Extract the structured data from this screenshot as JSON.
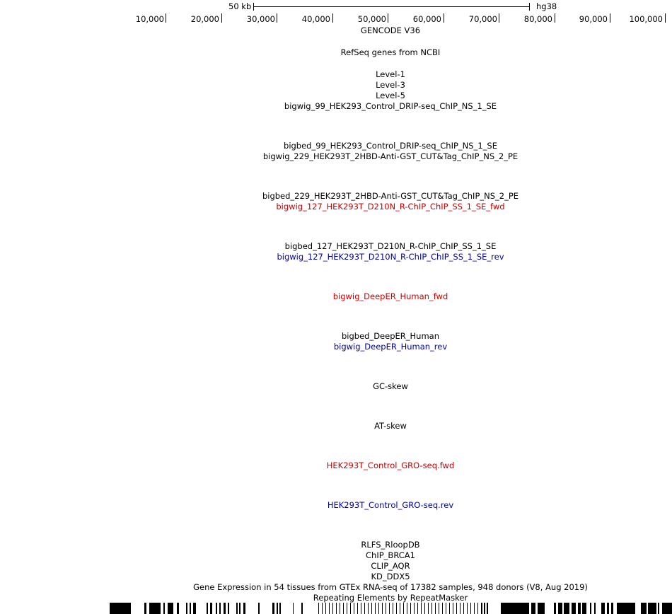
{
  "scalebar": {
    "label": "50 kb",
    "assembly": "hg38"
  },
  "ruler": {
    "ticks": [
      "10,000",
      "20,000",
      "30,000",
      "40,000",
      "50,000",
      "60,000",
      "70,000",
      "80,000",
      "90,000",
      "100,000"
    ]
  },
  "tracks": [
    {
      "label": "GENCODE V36",
      "color": "#000000"
    },
    {
      "label": "RefSeq genes from NCBI",
      "color": "#000000"
    },
    {
      "label": "Level-1",
      "color": "#000000"
    },
    {
      "label": "Level-3",
      "color": "#000000"
    },
    {
      "label": "Level-5",
      "color": "#000000"
    },
    {
      "label": "bigwig_99_HEK293_Control_DRIP-seq_ChIP_NS_1_SE",
      "color": "#000000"
    },
    {
      "label": "bigbed_99_HEK293_Control_DRIP-seq_ChIP_NS_1_SE",
      "color": "#000000"
    },
    {
      "label": "bigwig_229_HEK293T_2HBD-Anti-GST_CUT&Tag_ChIP_NS_2_PE",
      "color": "#000000"
    },
    {
      "label": "bigbed_229_HEK293T_2HBD-Anti-GST_CUT&Tag_ChIP_NS_2_PE",
      "color": "#000000"
    },
    {
      "label": "bigwig_127_HEK293T_D210N_R-ChIP_ChIP_SS_1_SE_fwd",
      "color": "#cc0000"
    },
    {
      "label": "bigbed_127_HEK293T_D210N_R-ChIP_ChIP_SS_1_SE",
      "color": "#000000"
    },
    {
      "label": "bigwig_127_HEK293T_D210N_R-ChIP_ChIP_SS_1_SE_rev",
      "color": "#0000aa"
    },
    {
      "label": "bigwig_DeepER_Human_fwd",
      "color": "#cc0000"
    },
    {
      "label": "bigbed_DeepER_Human",
      "color": "#000000"
    },
    {
      "label": "bigwig_DeepER_Human_rev",
      "color": "#0000aa"
    },
    {
      "label": "GC-skew",
      "color": "#000000"
    },
    {
      "label": "AT-skew",
      "color": "#000000"
    },
    {
      "label": "HEK293T_Control_GRO-seq.fwd",
      "color": "#cc0000"
    },
    {
      "label": "HEK293T_Control_GRO-seq.rev",
      "color": "#0000aa"
    },
    {
      "label": "RLFS_RloopDB",
      "color": "#000000"
    },
    {
      "label": "ChIP_BRCA1",
      "color": "#000000"
    },
    {
      "label": "CLIP_AQR",
      "color": "#000000"
    },
    {
      "label": "KD_DDX5",
      "color": "#000000"
    },
    {
      "label": "Gene Expression in 54 tissues from GTEx RNA-seq of 17382 samples, 948 donors (V8, Aug 2019)",
      "color": "#000000"
    },
    {
      "label": "Repeating Elements by RepeatMasker",
      "color": "#000000"
    }
  ]
}
